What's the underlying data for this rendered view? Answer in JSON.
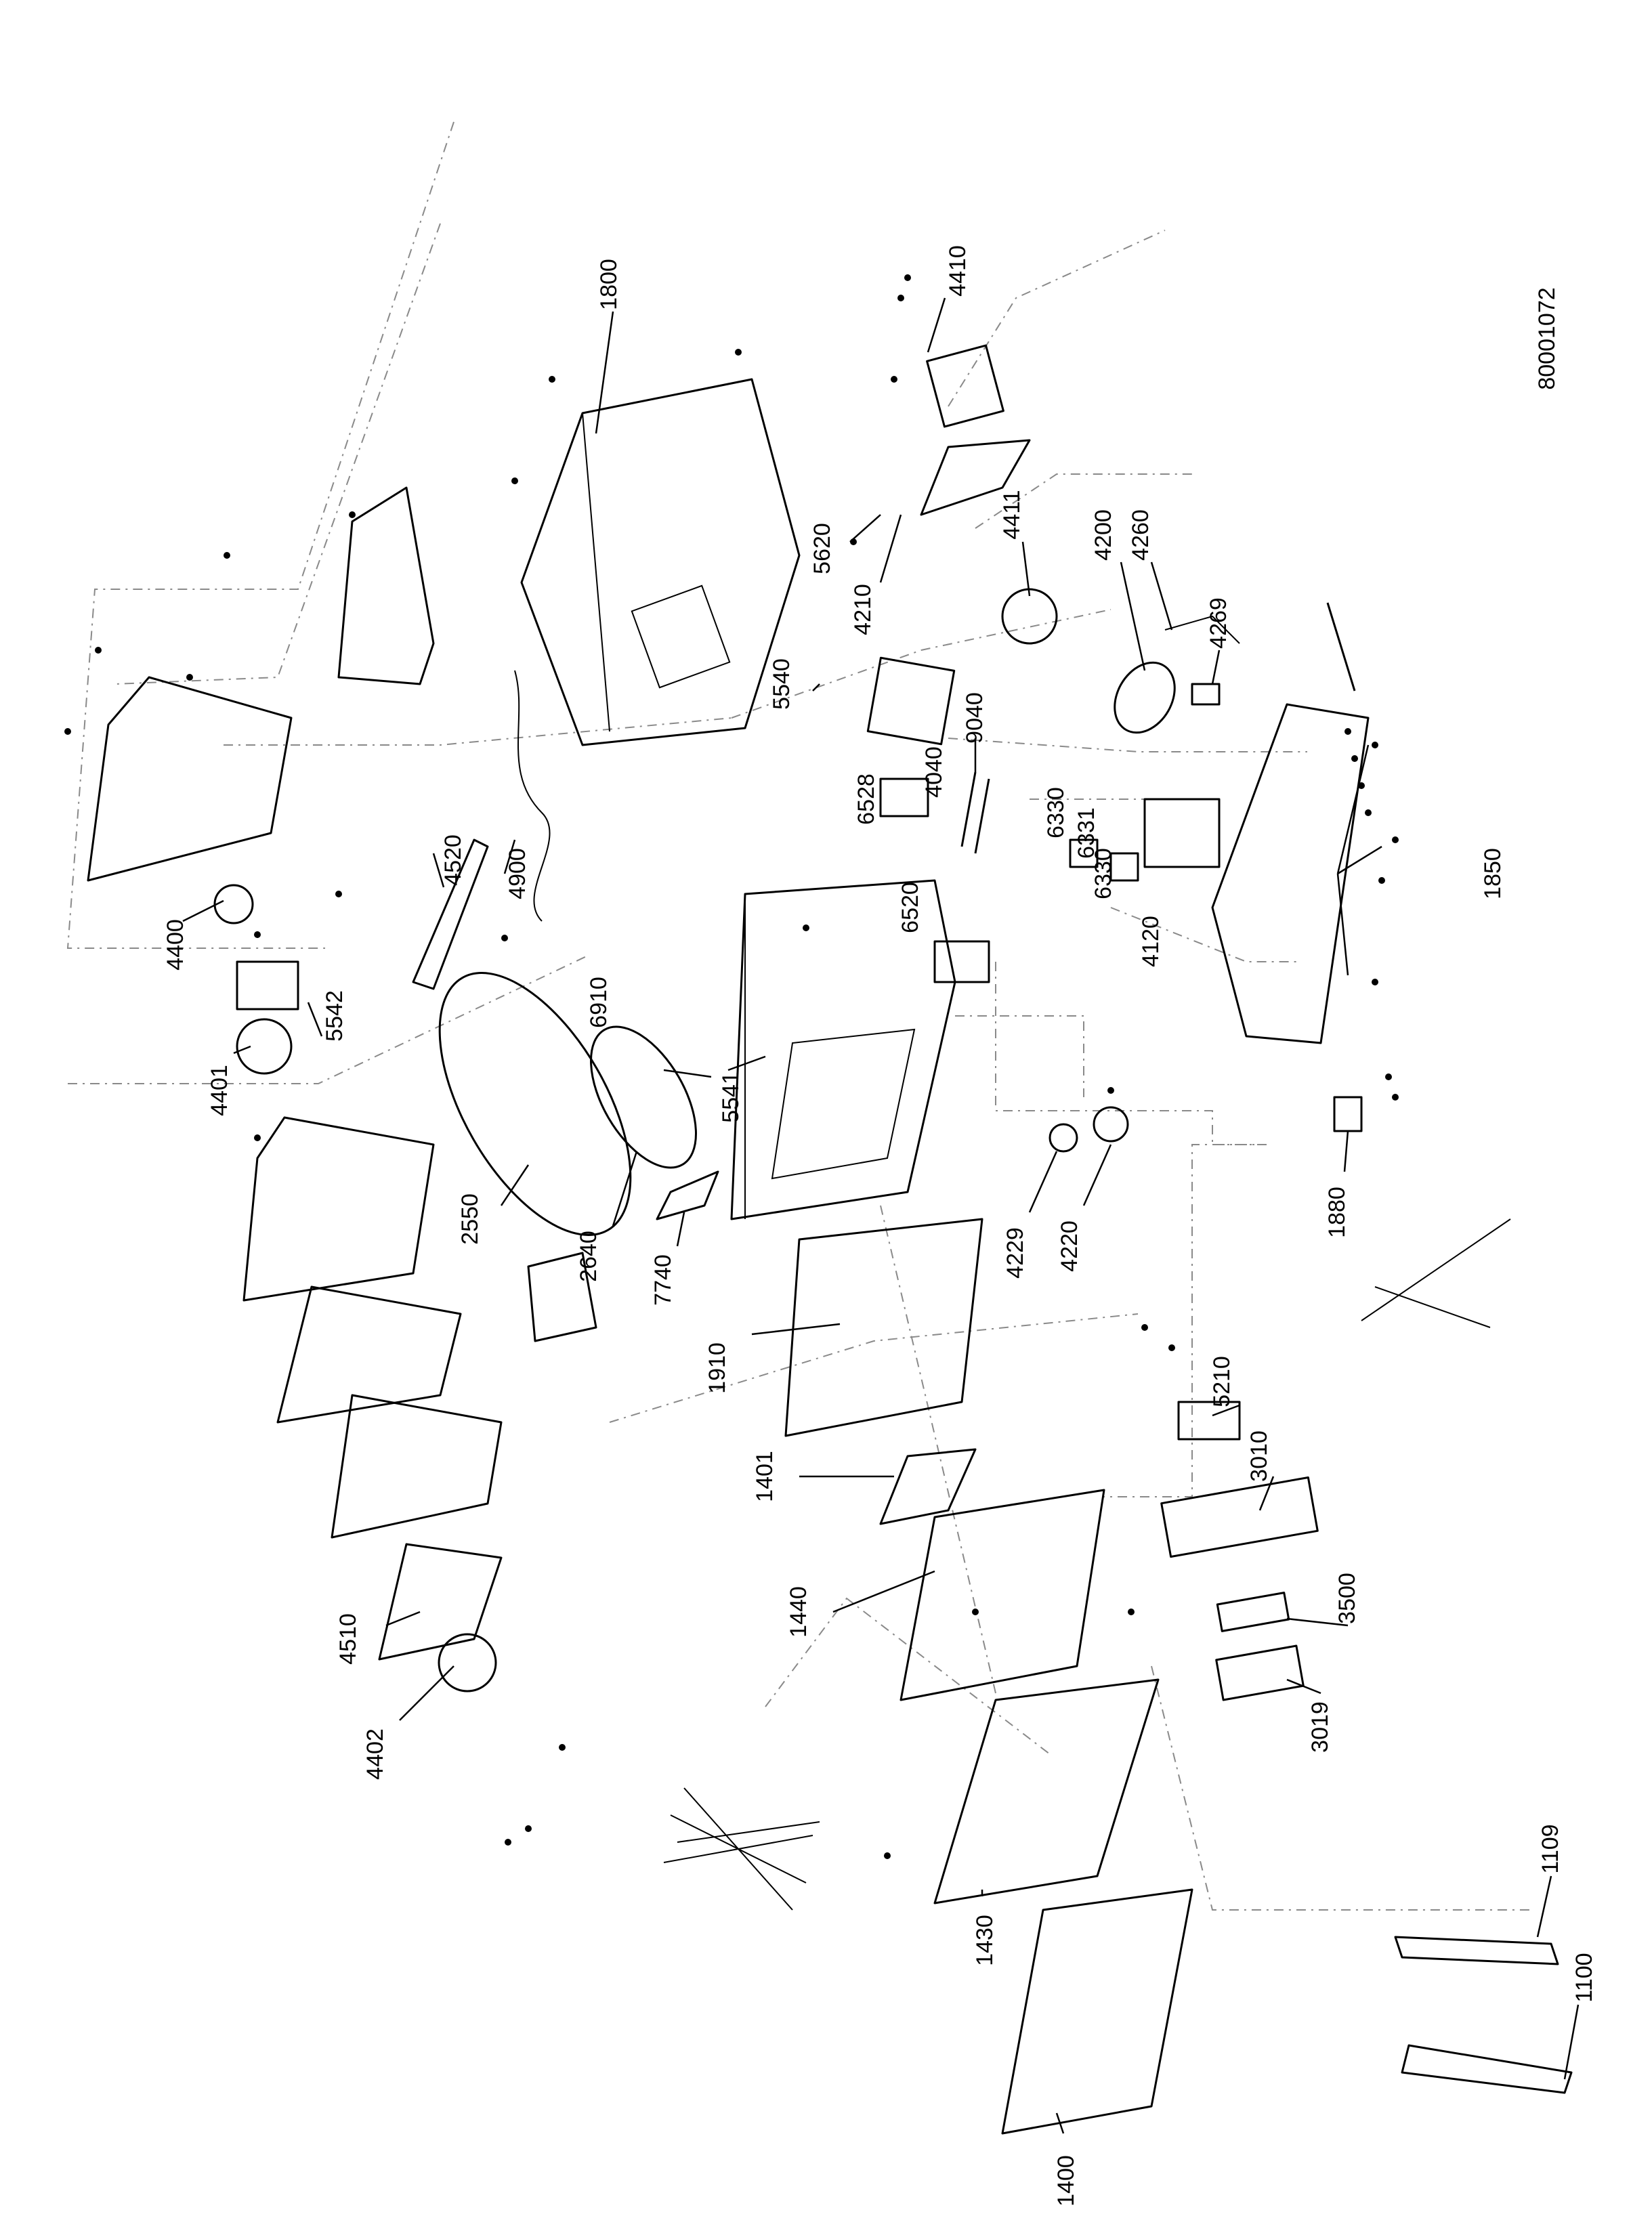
{
  "document_number": "80001072",
  "callouts": [
    {
      "id": "c1800",
      "label": "1800"
    },
    {
      "id": "c4410",
      "label": "4410"
    },
    {
      "id": "c5620",
      "label": "5620"
    },
    {
      "id": "c4210",
      "label": "4210"
    },
    {
      "id": "c4411",
      "label": "4411"
    },
    {
      "id": "c4200",
      "label": "4200"
    },
    {
      "id": "c4260",
      "label": "4260"
    },
    {
      "id": "c4269",
      "label": "4269"
    },
    {
      "id": "c5540",
      "label": "5540"
    },
    {
      "id": "c9040",
      "label": "9040"
    },
    {
      "id": "c4040",
      "label": "4040"
    },
    {
      "id": "c6528",
      "label": "6528"
    },
    {
      "id": "c6520",
      "label": "6520"
    },
    {
      "id": "c6330a",
      "label": "6330"
    },
    {
      "id": "c6331",
      "label": "6331"
    },
    {
      "id": "c6330b",
      "label": "6330"
    },
    {
      "id": "c4120",
      "label": "4120"
    },
    {
      "id": "c1850",
      "label": "1850"
    },
    {
      "id": "c4520",
      "label": "4520"
    },
    {
      "id": "c4900",
      "label": "4900"
    },
    {
      "id": "c4400",
      "label": "4400"
    },
    {
      "id": "c5542",
      "label": "5542"
    },
    {
      "id": "c4401",
      "label": "4401"
    },
    {
      "id": "c6910",
      "label": "6910"
    },
    {
      "id": "c5541",
      "label": "5541"
    },
    {
      "id": "c2550",
      "label": "2550"
    },
    {
      "id": "c2640",
      "label": "2640"
    },
    {
      "id": "c7740",
      "label": "7740"
    },
    {
      "id": "c4229",
      "label": "4229"
    },
    {
      "id": "c4220",
      "label": "4220"
    },
    {
      "id": "c1880",
      "label": "1880"
    },
    {
      "id": "c1910",
      "label": "1910"
    },
    {
      "id": "c5210",
      "label": "5210"
    },
    {
      "id": "c3010",
      "label": "3010"
    },
    {
      "id": "c1401",
      "label": "1401"
    },
    {
      "id": "c1440",
      "label": "1440"
    },
    {
      "id": "c3500",
      "label": "3500"
    },
    {
      "id": "c3019",
      "label": "3019"
    },
    {
      "id": "c4510",
      "label": "4510"
    },
    {
      "id": "c4402",
      "label": "4402"
    },
    {
      "id": "c1430",
      "label": "1430"
    },
    {
      "id": "c1109",
      "label": "1109"
    },
    {
      "id": "c1100",
      "label": "1100"
    },
    {
      "id": "c1400",
      "label": "1400"
    }
  ]
}
